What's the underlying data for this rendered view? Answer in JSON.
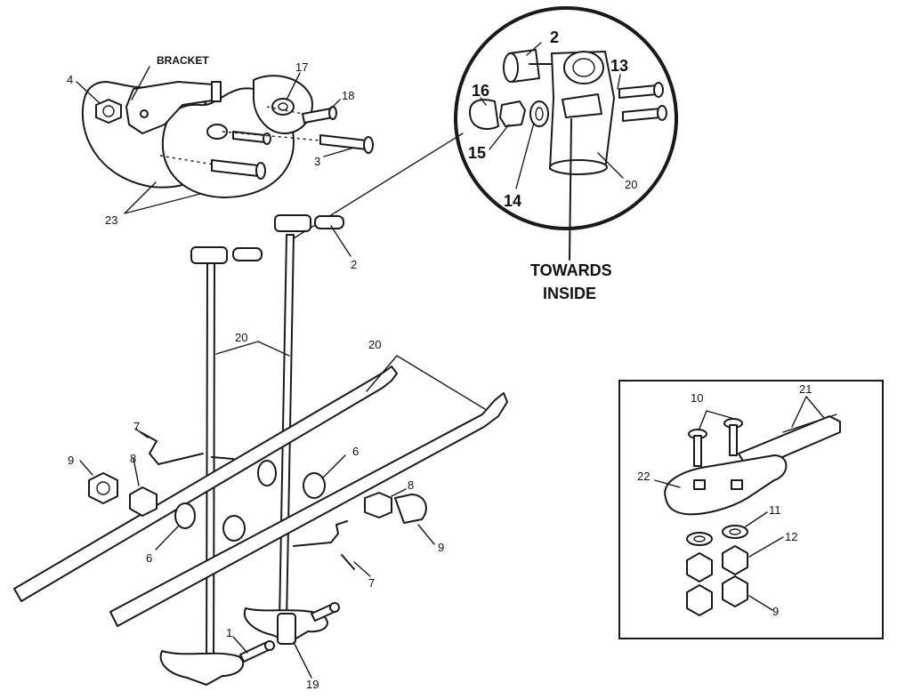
{
  "callouts": {
    "bracket": "BRACKET",
    "towards_line1": "TOWARDS",
    "towards_line2": "INSIDE",
    "n1": "1",
    "n2": "2",
    "n3": "3",
    "n4": "4",
    "n6": "6",
    "n7": "7",
    "n8": "8",
    "n9": "9",
    "n10": "10",
    "n11": "11",
    "n12": "12",
    "n13": "13",
    "n14": "14",
    "n15": "15",
    "n16": "16",
    "n17": "17",
    "n18": "18",
    "n19": "19",
    "n20": "20",
    "n21": "21",
    "n22": "22",
    "n23": "23"
  }
}
